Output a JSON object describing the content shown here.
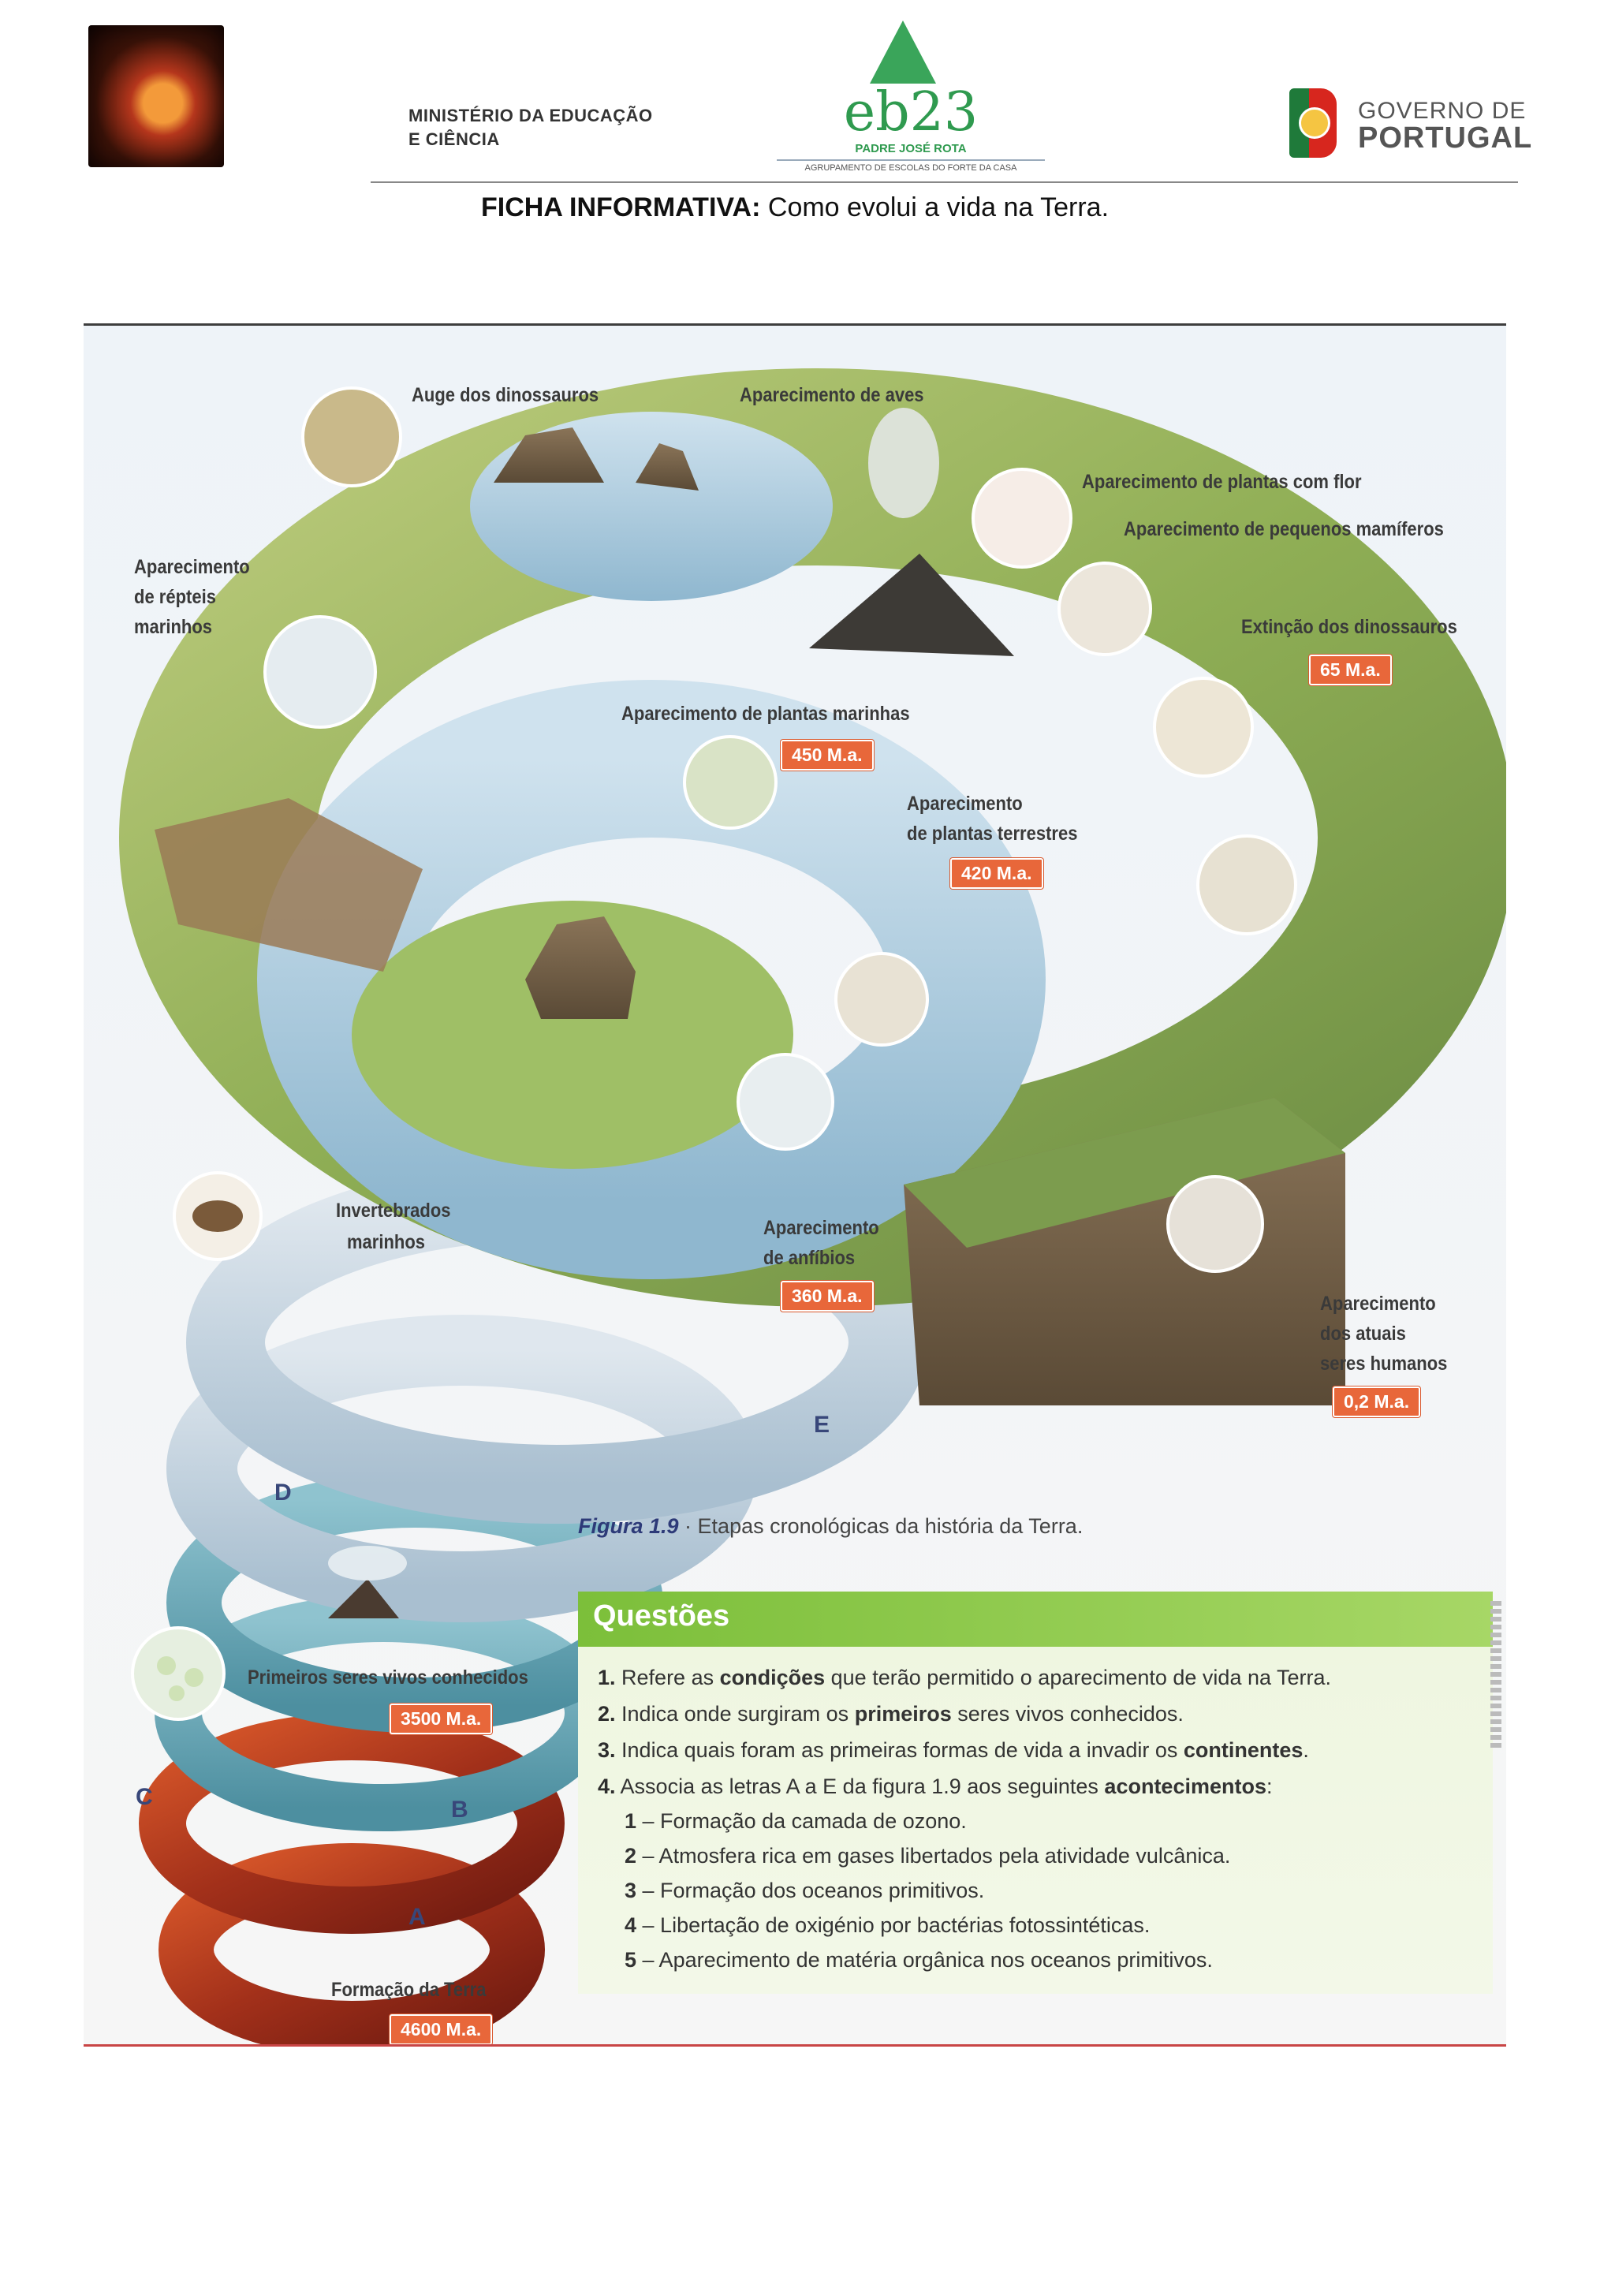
{
  "header": {
    "ministry_line1": "MINISTÉRIO DA EDUCAÇÃO",
    "ministry_line2": "E CIÊNCIA",
    "school_word": "eb23",
    "school_name": "PADRE JOSÉ ROTA",
    "school_group": "AGRUPAMENTO DE ESCOLAS DO FORTE DA CASA",
    "gov_line1": "GOVERNO DE",
    "gov_line2": "PORTUGAL"
  },
  "title": {
    "label": "FICHA INFORMATIVA:",
    "text": " Como evolui a vida na Terra."
  },
  "figure": {
    "events": {
      "dinosaurs_peak": "Auge dos dinossauros",
      "birds": "Aparecimento de aves",
      "flowering_plants": "Aparecimento de plantas com flor",
      "small_mammals": "Aparecimento de pequenos mamíferos",
      "dino_extinction": "Extinção dos dinossauros",
      "dino_extinction_age": "65 M.a.",
      "marine_reptiles_1": "Aparecimento",
      "marine_reptiles_2": "de répteis",
      "marine_reptiles_3": "marinhos",
      "marine_plants": "Aparecimento de plantas marinhas",
      "marine_plants_age": "450 M.a.",
      "land_plants_1": "Aparecimento",
      "land_plants_2": "de plantas terrestres",
      "land_plants_age": "420 M.a.",
      "invertebrates_1": "Invertebrados",
      "invertebrates_2": "marinhos",
      "amphibians_1": "Aparecimento",
      "amphibians_2": "de anfíbios",
      "amphibians_age": "360 M.a.",
      "humans_1": "Aparecimento",
      "humans_2": "dos atuais",
      "humans_3": "seres humanos",
      "humans_age": "0,2 M.a.",
      "first_life": "Primeiros seres vivos conhecidos",
      "first_life_age": "3500 M.a.",
      "earth_formation": "Formação da Terra",
      "earth_formation_age": "4600 M.a."
    },
    "letters": {
      "a": "A",
      "b": "B",
      "c": "C",
      "d": "D",
      "e": "E"
    },
    "caption_label": "Figura 1.9",
    "caption_text": " · Etapas cronológicas da história da Terra."
  },
  "questions": {
    "title": "Questões",
    "q1": {
      "num": "1.",
      "pre": " Refere as ",
      "bold": "condições",
      "post": " que terão permitido o aparecimento de vida na Terra."
    },
    "q2": {
      "num": "2.",
      "pre": " Indica onde surgiram os ",
      "bold": "primeiros",
      "post": " seres vivos conhecidos."
    },
    "q3": {
      "num": "3.",
      "pre": " Indica quais foram as primeiras formas de vida a invadir os ",
      "bold": "continentes",
      "post": "."
    },
    "q4": {
      "num": "4.",
      "pre": " Associa as letras A a E da figura 1.9 aos seguintes ",
      "bold": "acontecimentos",
      "post": ":"
    },
    "items": [
      {
        "num": "1",
        "text": " – Formação da camada de ozono."
      },
      {
        "num": "2",
        "text": " – Atmosfera rica em gases libertados pela atividade vulcânica."
      },
      {
        "num": "3",
        "text": " – Formação dos oceanos primitivos."
      },
      {
        "num": "4",
        "text": " – Libertação de oxigénio por bactérias fotossintéticas."
      },
      {
        "num": "5",
        "text": " – Aparecimento de matéria orgânica nos oceanos primitivos."
      }
    ]
  }
}
